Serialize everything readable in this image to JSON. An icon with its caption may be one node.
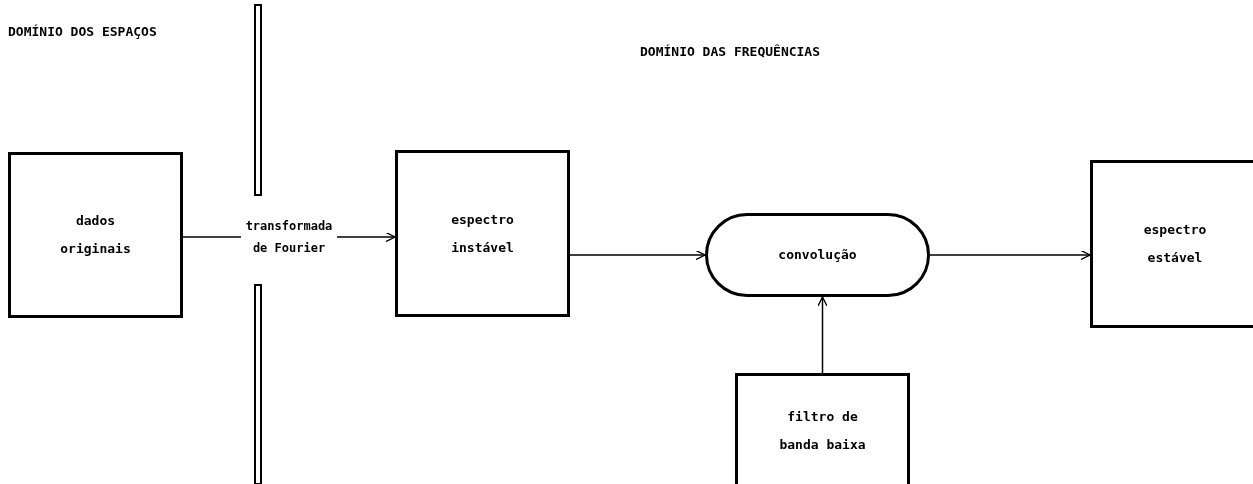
{
  "diagram": {
    "nodes": [
      {
        "text": [
          "dados originais"
        ]
      },
      {
        "text": [
          "espectro instável"
        ]
      },
      {
        "text": [
          "convolução"
        ]
      },
      {
        "text": [
          "espectro estável"
        ]
      },
      {
        "text": [
          "filtro de banda baixa"
        ]
      }
    ],
    "edges": [
      {
        "from": 0,
        "to": 1,
        "arrow": "to",
        "label": "transformada de Fourier"
      },
      {
        "from": 1,
        "to": 2,
        "arrow": "to"
      },
      {
        "from": 2,
        "to": 3,
        "arrow": "to"
      },
      {
        "from": 4,
        "to": 2,
        "arrow": "to"
      }
    ],
    "labels": [
      "DOMÍNIO DOS ESPAÇOS",
      "DOMÍNIO DAS FREQUÊNCIAS"
    ]
  }
}
